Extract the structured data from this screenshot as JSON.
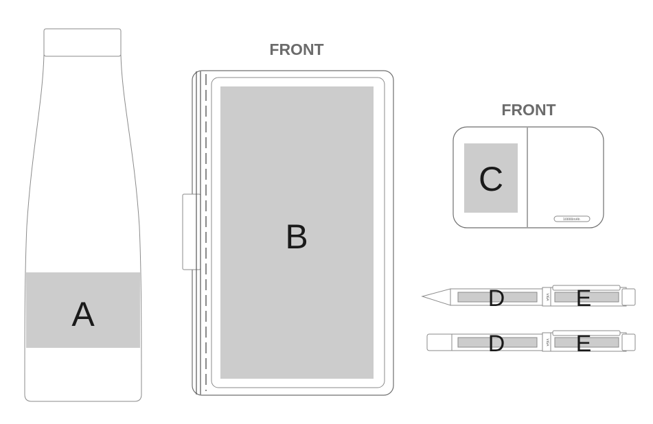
{
  "front_labels": {
    "notebook": "FRONT",
    "powerbank": "FRONT"
  },
  "areas": {
    "bottle": "A",
    "notebook": "B",
    "powerbank": "C",
    "pen_1_left": "D",
    "pen_1_right": "E",
    "pen_2_left": "D",
    "pen_2_right": "E"
  },
  "powerbank_capacity": "10000mAh",
  "pen_brand": "VIGA",
  "colors": {
    "outline": "#8a8a8a",
    "print_area": "#cccccc",
    "label": "#1a1a1a",
    "front_label": "#6b6b6b"
  }
}
